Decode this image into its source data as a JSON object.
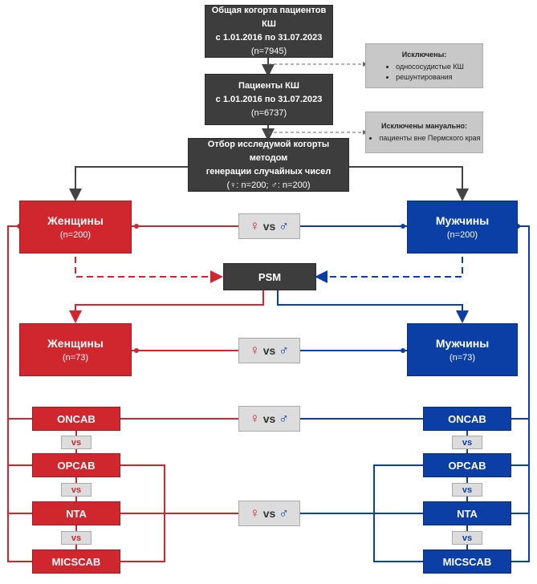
{
  "nodes": {
    "total": {
      "title": "Общая когорта пациентов КШ",
      "period": "с 1.01.2016 по 31.07.2023",
      "n": "(n=7945)"
    },
    "excluded1": {
      "title": "Исключены:",
      "items": [
        "однососудистые КШ",
        "решунтирования"
      ]
    },
    "cabg": {
      "title": "Пациенты КШ",
      "period": "с 1.01.2016 по 31.07.2023",
      "n": "(n=6737)"
    },
    "excluded2": {
      "title": "Исключены мануально:",
      "items": [
        "пациенты вне Пермского края"
      ]
    },
    "selection": {
      "title_line1": "Отбор исследумой когорты методом",
      "title_line2": "генерации случайных чисел",
      "female_count": ": n=200;",
      "male_count": ": n=200)",
      "paren_open": "("
    },
    "women1": {
      "label": "Женщины",
      "n": "(n=200)"
    },
    "men1": {
      "label": "Мужчины",
      "n": "(n=200)"
    },
    "psm": {
      "label": "PSM"
    },
    "women2": {
      "label": "Женщины",
      "n": "(n=73)"
    },
    "men2": {
      "label": "Мужчины",
      "n": "(n=73)"
    },
    "female_groups": [
      "ONCAB",
      "OPCAB",
      "NTA",
      "MICSCAB"
    ],
    "male_groups": [
      "ONCAB",
      "OPCAB",
      "NTA",
      "MICSCAB"
    ]
  },
  "vs_label": "vs",
  "female_symbol": "♀",
  "male_symbol": "♂",
  "colors": {
    "female": "#d0262e",
    "male": "#0b3fa6",
    "dark": "#3d3d3d",
    "grey": "#c8c8c8"
  }
}
